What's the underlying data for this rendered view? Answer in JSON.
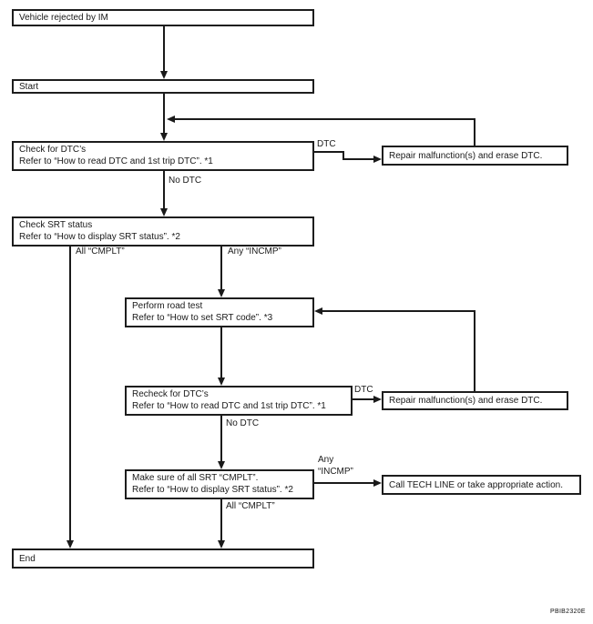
{
  "figure_code": "PBIB2320E",
  "colors": {
    "line": "#1a1a1a",
    "background": "#ffffff"
  },
  "nodes": {
    "vehicle": {
      "text": "Vehicle rejected by IM"
    },
    "start": {
      "text": "Start"
    },
    "check_dtc": {
      "line1": "Check for DTC’s",
      "line2": "Refer to “How to read DTC and 1st trip DTC”. *1"
    },
    "repair1": {
      "text": "Repair malfunction(s) and erase DTC."
    },
    "check_srt": {
      "line1": "Check SRT status",
      "line2": "Refer to “How to display SRT status”. *2"
    },
    "road_test": {
      "line1": "Perform road test",
      "line2": "Refer to “How to set SRT code”. *3"
    },
    "recheck": {
      "line1": "Recheck for DTC’s",
      "line2": "Refer to “How to read DTC and 1st trip DTC”. *1"
    },
    "repair2": {
      "text": "Repair malfunction(s) and erase DTC."
    },
    "make_sure": {
      "line1": "Make sure of all SRT “CMPLT”.",
      "line2": "Refer to “How to display SRT status”. *2"
    },
    "call_tech": {
      "text": "Call TECH LINE or take appropriate action."
    },
    "end": {
      "text": "End"
    }
  },
  "labels": {
    "dtc1": "DTC",
    "no_dtc1": "No DTC",
    "all_cmplt1": "All “CMPLT”",
    "any_incmp1": "Any “INCMP”",
    "dtc2": "DTC",
    "no_dtc2": "No DTC",
    "any2_line1": "Any",
    "any2_line2": "“INCMP”",
    "all_cmplt2": "All “CMPLT”"
  }
}
